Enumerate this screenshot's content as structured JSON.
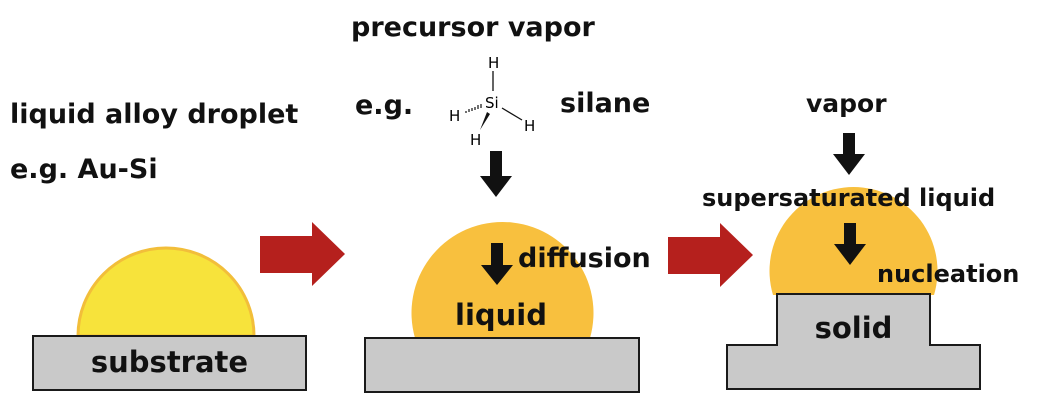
{
  "panel1": {
    "heading": "liquid alloy droplet",
    "example": "e.g. Au-Si",
    "substrate_label": "substrate"
  },
  "panel2": {
    "heading": "precursor vapor",
    "example_prefix": "e.g.",
    "example_name": "silane",
    "molecule": {
      "center": "Si",
      "top": "H",
      "left": "H",
      "right": "H",
      "bottom": "H"
    },
    "process_label": "diffusion",
    "droplet_label": "liquid"
  },
  "panel3": {
    "heading": "vapor",
    "droplet_label": "supersaturated liquid",
    "process_label": "nucleation",
    "solid_label": "solid"
  },
  "colors": {
    "droplet_initial": "#F7E33B",
    "droplet_initial_stroke": "#F2BE3A",
    "droplet_alloy": "#F8C03E",
    "substrate_fill": "#C9C9C9",
    "substrate_stroke": "#1A1A1A",
    "transition_arrow": "#B5201D",
    "process_arrow": "#111111"
  }
}
